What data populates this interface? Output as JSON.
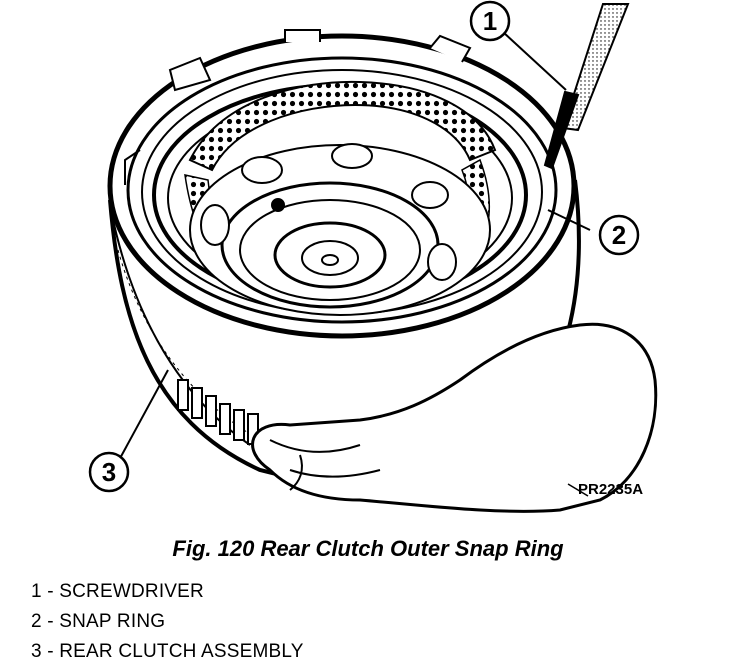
{
  "figure": {
    "drawing_code": "PR2235A",
    "caption": "Fig. 120 Rear Clutch Outer Snap Ring"
  },
  "callouts": [
    {
      "number": "1",
      "label": "SCREWDRIVER"
    },
    {
      "number": "2",
      "label": "SNAP RING"
    },
    {
      "number": "3",
      "label": "REAR CLUTCH ASSEMBLY"
    }
  ],
  "legend": [
    "1 - SCREWDRIVER",
    "2 - SNAP RING",
    "3 - REAR CLUTCH ASSEMBLY"
  ]
}
